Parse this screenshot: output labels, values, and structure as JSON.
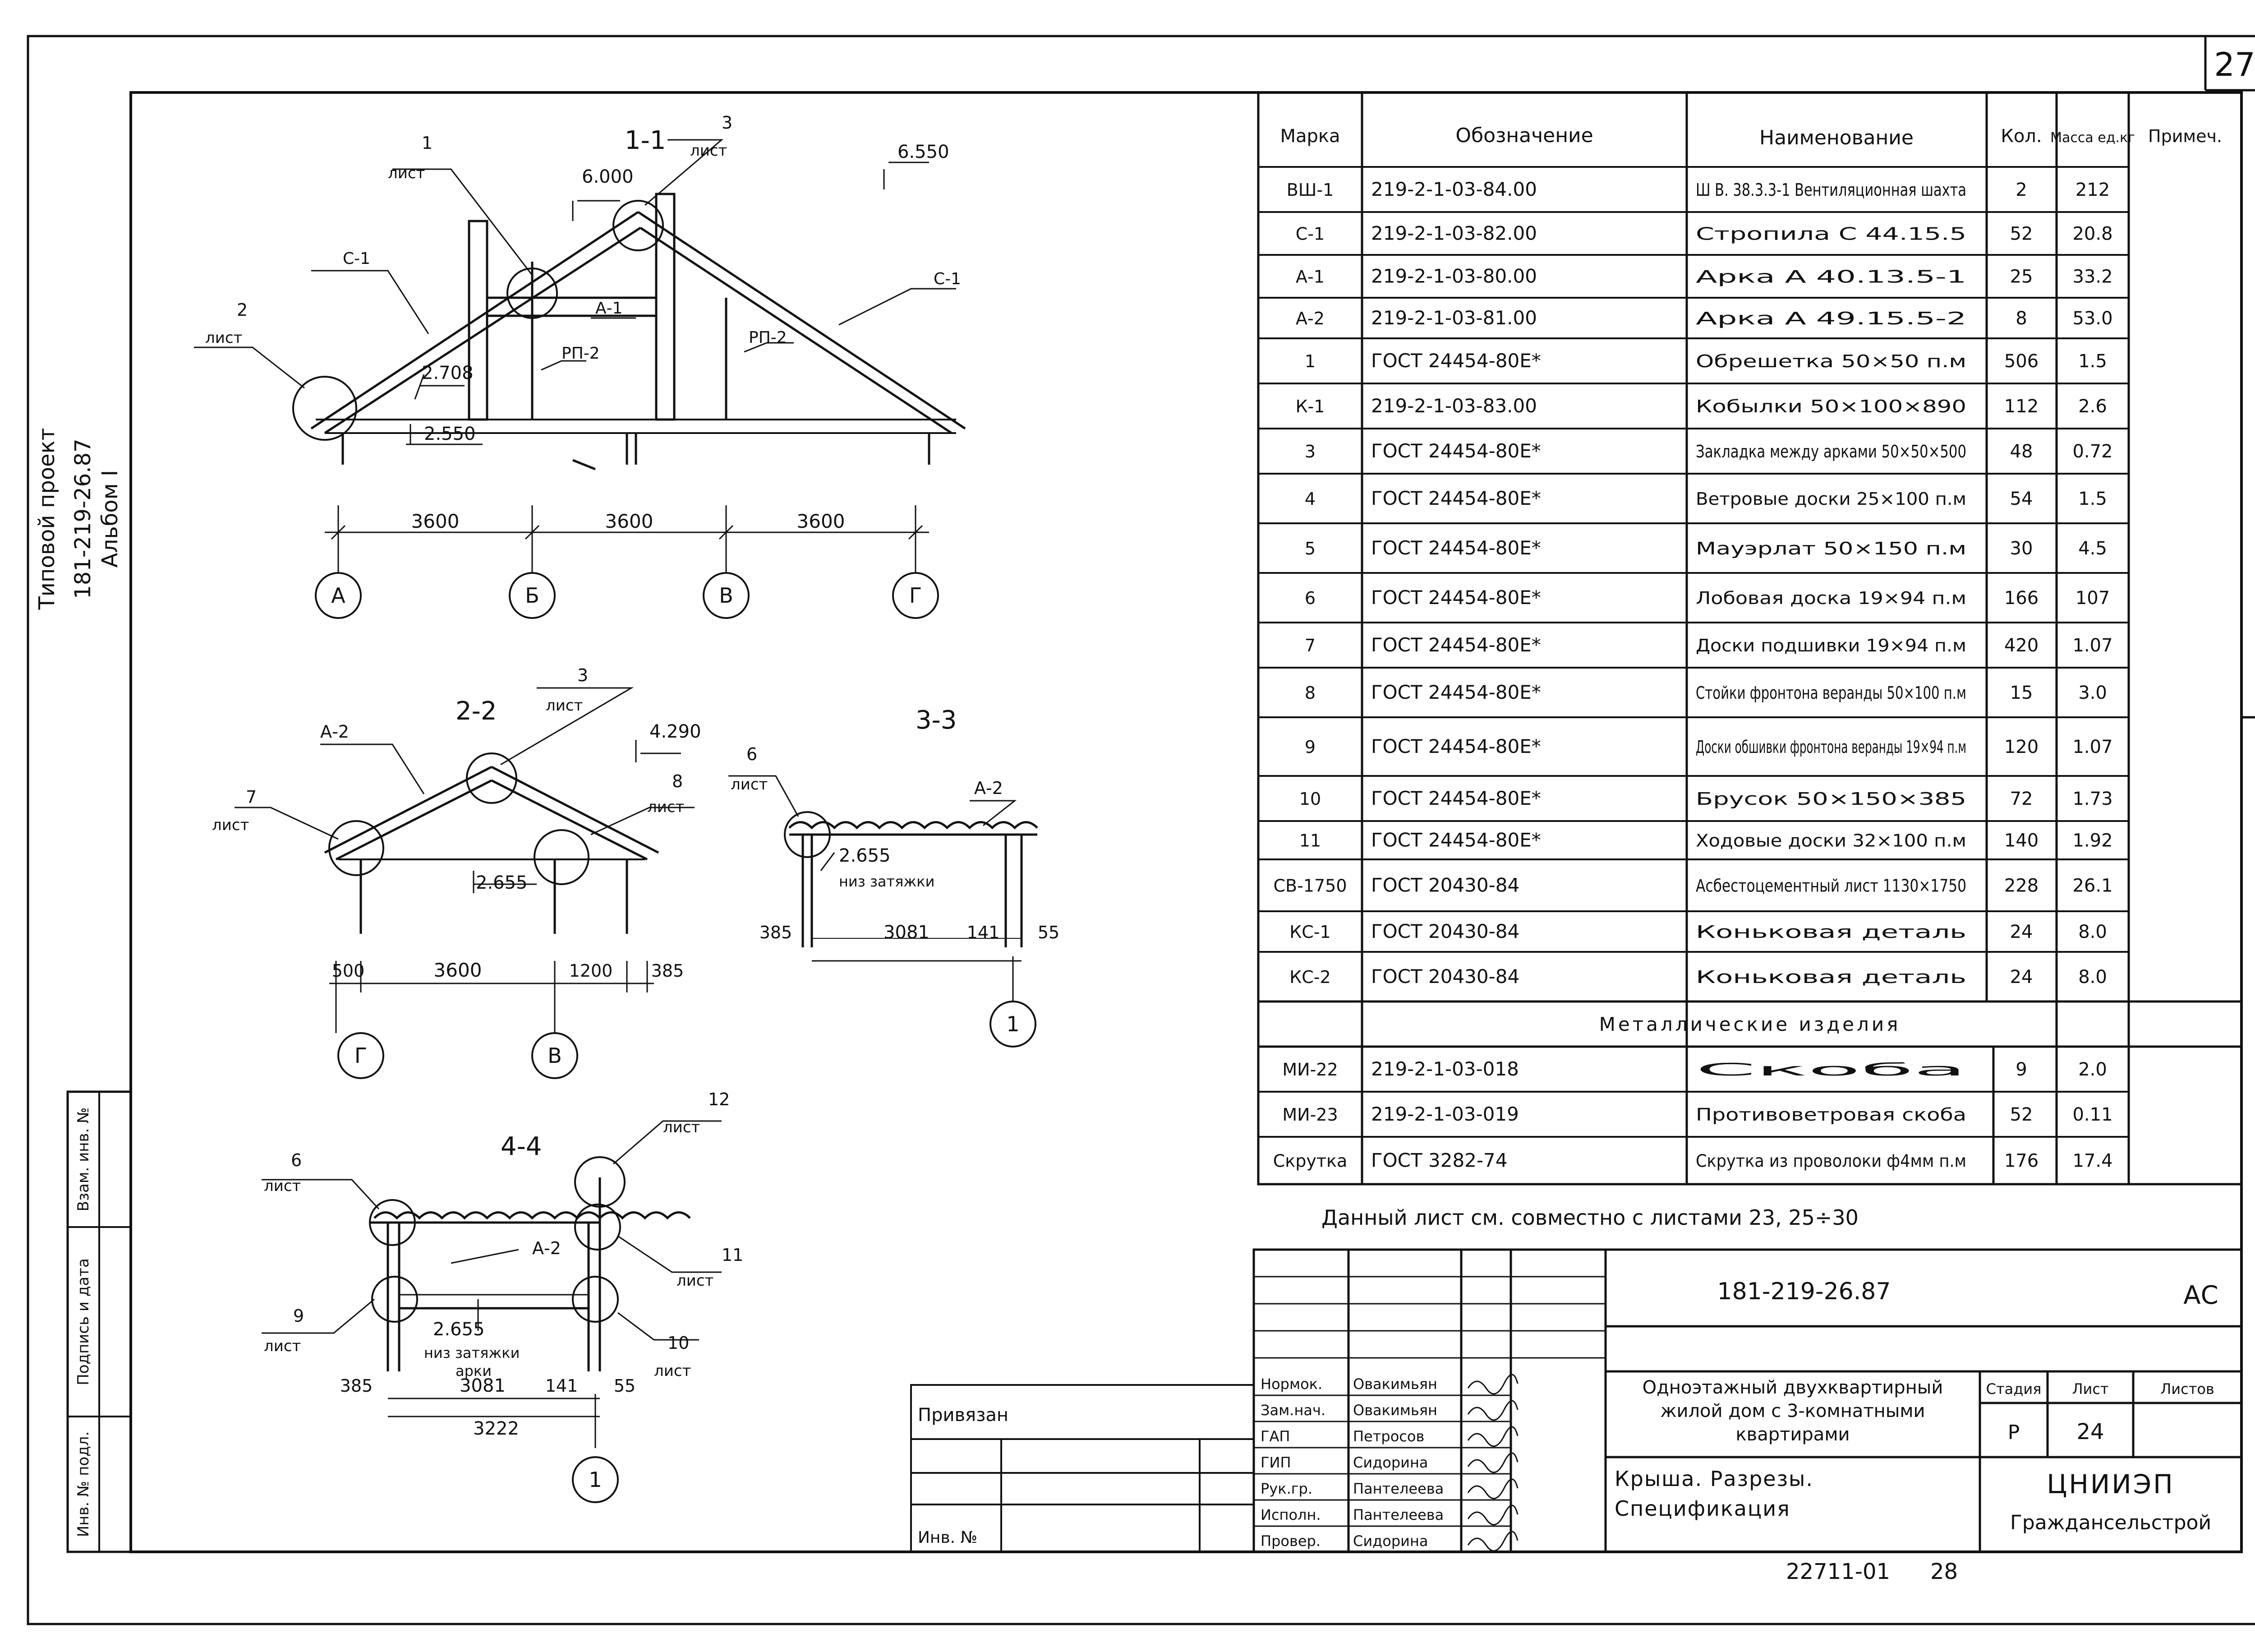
{
  "page": {
    "number": "27"
  },
  "side_stamp": {
    "lines": [
      "Типовой проект",
      "181-219-26.87",
      "Альбом I"
    ]
  },
  "left_strip": {
    "cells": [
      "Взам. инв. №",
      "Подпись и дата",
      "Инв. № подл."
    ]
  },
  "drawings": {
    "s11": {
      "title": "1-1",
      "elev_top": "6.550",
      "elev_ridge": "6.000",
      "elev_mid": "2.708",
      "elev_bottom": "2.550",
      "labels": [
        "С-1",
        "С-1",
        "А-1",
        "РП-2",
        "РП-2"
      ],
      "callouts": [
        {
          "n": "1",
          "t": "лист"
        },
        {
          "n": "2",
          "t": "лист"
        },
        {
          "n": "3",
          "t": "лист"
        }
      ],
      "dims": [
        "3600",
        "3600",
        "3600"
      ],
      "axes": [
        "А",
        "Б",
        "В",
        "Г"
      ]
    },
    "s22": {
      "title": "2-2",
      "elev_top": "4.290",
      "elev_mid": "2.655",
      "labels": [
        "А-2"
      ],
      "callouts": [
        {
          "n": "3",
          "t": "лист"
        },
        {
          "n": "7",
          "t": "лист"
        },
        {
          "n": "8",
          "t": "лист"
        }
      ],
      "dims": [
        "500",
        "3600",
        "1200",
        "385"
      ],
      "axes": [
        "Г",
        "В"
      ]
    },
    "s33": {
      "title": "3-3",
      "elev": "2.655",
      "note": "низ затяжки",
      "labels": [
        "А-2"
      ],
      "callouts": [
        {
          "n": "6",
          "t": "лист"
        }
      ],
      "dims": [
        "385",
        "3081",
        "141",
        "55"
      ],
      "axes": [
        "1"
      ]
    },
    "s44": {
      "title": "4-4",
      "elev": "2.655",
      "note1": "низ затяжки",
      "note2": "арки",
      "labels": [
        "А-2"
      ],
      "callouts": [
        {
          "n": "6",
          "t": "лист"
        },
        {
          "n": "12",
          "t": "лист"
        },
        {
          "n": "9",
          "t": "лист"
        },
        {
          "n": "11",
          "t": "лист"
        },
        {
          "n": "10",
          "t": "лист"
        }
      ],
      "dims": [
        "385",
        "3081",
        "141",
        "55"
      ],
      "dim_total": "3222",
      "axes": [
        "1"
      ]
    }
  },
  "spec": {
    "headers": [
      "Марка",
      "Обозначение",
      "Наименование",
      "Кол.",
      "Масса ед.кг",
      "Примеч."
    ],
    "rows": [
      {
        "mark": "ВШ-1",
        "designation": "219-2-1-03-84.00",
        "name": "Ш В. 38.3.3-1 Вентиляционная шахта",
        "qty": "2",
        "mass": "212"
      },
      {
        "mark": "С-1",
        "designation": "219-2-1-03-82.00",
        "name": "Стропила С 44.15.5",
        "qty": "52",
        "mass": "20.8"
      },
      {
        "mark": "А-1",
        "designation": "219-2-1-03-80.00",
        "name": "Арка А 40.13.5-1",
        "qty": "25",
        "mass": "33.2"
      },
      {
        "mark": "А-2",
        "designation": "219-2-1-03-81.00",
        "name": "Арка А 49.15.5-2",
        "qty": "8",
        "mass": "53.0"
      },
      {
        "mark": "1",
        "designation": "ГОСТ 24454-80Е*",
        "name": "Обрешетка 50×50 п.м",
        "qty": "506",
        "mass": "1.5"
      },
      {
        "mark": "К-1",
        "designation": "219-2-1-03-83.00",
        "name": "Кобылки 50×100×890",
        "qty": "112",
        "mass": "2.6"
      },
      {
        "mark": "3",
        "designation": "ГОСТ 24454-80Е*",
        "name": "Закладка между арками 50×50×500",
        "qty": "48",
        "mass": "0.72"
      },
      {
        "mark": "4",
        "designation": "ГОСТ 24454-80Е*",
        "name": "Ветровые доски 25×100 п.м",
        "qty": "54",
        "mass": "1.5"
      },
      {
        "mark": "5",
        "designation": "ГОСТ 24454-80Е*",
        "name": "Мауэрлат 50×150 п.м",
        "qty": "30",
        "mass": "4.5"
      },
      {
        "mark": "6",
        "designation": "ГОСТ 24454-80Е*",
        "name": "Лобовая доска 19×94 п.м",
        "qty": "166",
        "mass": "107"
      },
      {
        "mark": "7",
        "designation": "ГОСТ 24454-80Е*",
        "name": "Доски подшивки 19×94 п.м",
        "qty": "420",
        "mass": "1.07"
      },
      {
        "mark": "8",
        "designation": "ГОСТ 24454-80Е*",
        "name": "Стойки фронтона веранды 50×100 п.м",
        "qty": "15",
        "mass": "3.0"
      },
      {
        "mark": "9",
        "designation": "ГОСТ 24454-80Е*",
        "name": "Доски обшивки фронтона веранды 19×94 п.м",
        "qty": "120",
        "mass": "1.07"
      },
      {
        "mark": "10",
        "designation": "ГОСТ 24454-80Е*",
        "name": "Брусок 50×150×385",
        "qty": "72",
        "mass": "1.73"
      },
      {
        "mark": "11",
        "designation": "ГОСТ 24454-80Е*",
        "name": "Ходовые доски 32×100 п.м",
        "qty": "140",
        "mass": "1.92"
      },
      {
        "mark": "СВ-1750",
        "designation": "ГОСТ 20430-84",
        "name": "Асбестоцементный лист 1130×1750",
        "qty": "228",
        "mass": "26.1"
      },
      {
        "mark": "КС-1",
        "designation": "ГОСТ 20430-84",
        "name": "Коньковая деталь",
        "qty": "24",
        "mass": "8.0"
      },
      {
        "mark": "КС-2",
        "designation": "ГОСТ 20430-84",
        "name": "Коньковая деталь",
        "qty": "24",
        "mass": "8.0"
      }
    ],
    "section_title": "Металлические изделия",
    "metal_rows": [
      {
        "mark": "МИ-22",
        "designation": "219-2-1-03-018",
        "name": "Скоба",
        "qty": "9",
        "mass": "2.0"
      },
      {
        "mark": "МИ-23",
        "designation": "219-2-1-03-019",
        "name": "Противоветровая скоба",
        "qty": "52",
        "mass": "0.11"
      },
      {
        "mark": "Скрутка",
        "designation": "ГОСТ 3282-74",
        "name": "Скрутка из проволоки ф4мм п.м",
        "qty": "176",
        "mass": "17.4"
      }
    ]
  },
  "note": "Данный лист см. совместно с листами 23, 25÷30",
  "privyazan": {
    "label": "Привязан",
    "inv": "Инв. №"
  },
  "title_block": {
    "code": "181-219-26.87",
    "mark": "АС",
    "roles": [
      "Нормок.",
      "Зам.нач.",
      "ГАП",
      "ГИП",
      "Рук.гр.",
      "Исполн.",
      "Провер."
    ],
    "names": [
      "Овакимьян",
      "Овакимьян",
      "Петросов",
      "Сидорина",
      "Пантелеева",
      "Пантелеева",
      "Сидорина"
    ],
    "project_name": "Одноэтажный двухквартирный жилой дом с 3-комнатными квартирами",
    "sheet_title": "Крыша. Разрезы. Спецификация",
    "stage_label": "Стадия",
    "sheet_label": "Лист",
    "sheets_label": "Листов",
    "stage": "Р",
    "sheet": "24",
    "sheets": "",
    "org1": "ЦНИИЭП",
    "org2": "Граждансельстрой",
    "bottom_code": "22711-01",
    "bottom_num": "28"
  }
}
